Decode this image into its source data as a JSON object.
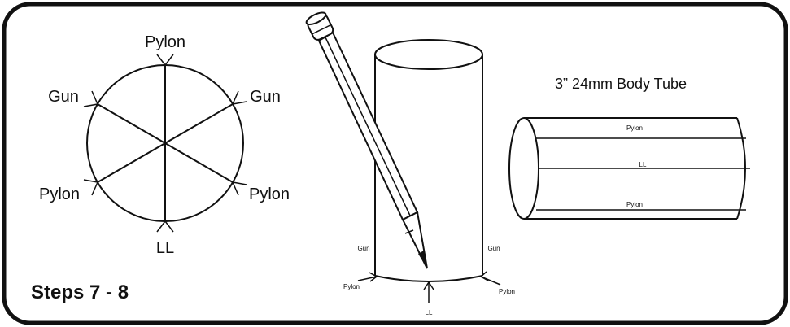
{
  "panel": {
    "step_label": "Steps 7 - 8"
  },
  "wheel": {
    "labels": {
      "top": "Pylon",
      "upper_left": "Gun",
      "upper_right": "Gun",
      "lower_left": "Pylon",
      "lower_right": "Pylon",
      "bottom": "LL"
    }
  },
  "upright_tube": {
    "labels": {
      "gun_left": "Gun",
      "gun_right": "Gun",
      "pylon_left": "Pylon",
      "pylon_right": "Pylon",
      "bottom": "LL"
    }
  },
  "body_tube": {
    "title": "3” 24mm Body Tube",
    "line_labels": {
      "top": "Pylon",
      "middle": "LL",
      "bottom": "Pylon"
    }
  }
}
